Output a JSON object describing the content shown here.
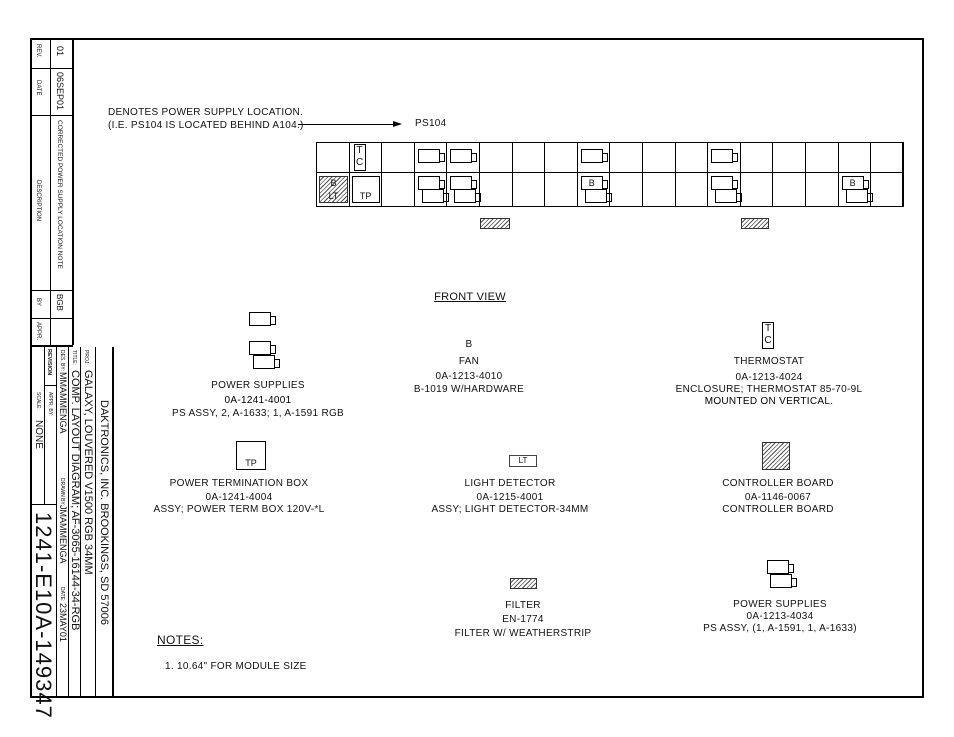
{
  "revision_block": {
    "headers": {
      "rev": "REV.",
      "date": "DATE",
      "description": "DESCRIPTION",
      "by": "BY",
      "appr": "APPR."
    },
    "entry": {
      "rev": "01",
      "date": "06SEP01",
      "description": "CORRECTED POWER SUPPLY LOCATION NOTE",
      "by": "BGB",
      "appr": ""
    }
  },
  "title_block": {
    "company": "DAKTRONICS, INC.  BROOKINGS, SD 57006",
    "proj_label": "PROJ:",
    "proj": "GALAXY, LOUVERED V1500 RGB 34MM",
    "title_label": "TITLE:",
    "title": "COMP. LAYOUT DIAGRAM; AF-3065-16144-34-RGB",
    "des_label": "DES. BY:",
    "des": "MMAMMENGA",
    "drawn_label": "DRAWN BY:",
    "drawn": "JMAMMENGA",
    "date_label": "DATE:",
    "date": "23MAY01",
    "revision_label": "REVISION",
    "appr_label": "APPR. BY:",
    "scale_label": "SCALE:",
    "scale": "NONE",
    "drawing_number": "1241-E10A-149347"
  },
  "callout": {
    "line1": "DENOTES POWER SUPPLY LOCATION.",
    "line2": "(I.E. PS104 IS LOCATED BEHIND A104.)",
    "target": "PS104"
  },
  "symbols": {
    "t": "T",
    "c": "C",
    "b": "B",
    "lt": "LT",
    "tp": "TP"
  },
  "front_view_label": "FRONT VIEW",
  "legend": {
    "power_supplies_1": {
      "name": "POWER SUPPLIES",
      "part": "0A-1241-4001",
      "desc": "PS ASSY, 2, A-1633; 1, A-1591 RGB"
    },
    "fan": {
      "name": "FAN",
      "part": "0A-1213-4010",
      "desc": "B-1019 W/HARDWARE"
    },
    "thermostat": {
      "name": "THERMOSTAT",
      "part": "0A-1213-4024",
      "desc": "ENCLOSURE; THERMOSTAT 85-70-9L",
      "note": "MOUNTED ON VERTICAL."
    },
    "power_termination": {
      "name": "POWER TERMINATION BOX",
      "part": "0A-1241-4004",
      "desc": "ASSY; POWER TERM BOX 120V-*L"
    },
    "light_detector": {
      "name": "LIGHT DETECTOR",
      "part": "0A-1215-4001",
      "desc": "ASSY; LIGHT DETECTOR-34MM"
    },
    "controller": {
      "name": "CONTROLLER BOARD",
      "part": "0A-1146-0067",
      "desc": "CONTROLLER BOARD"
    },
    "filter": {
      "name": "FILTER",
      "part": "EN-1774",
      "desc": "FILTER W/ WEATHERSTRIP"
    },
    "power_supplies_2": {
      "name": "POWER SUPPLIES",
      "part": "0A-1213-4034",
      "desc": "PS ASSY, (1, A-1591, 1, A-1633)"
    }
  },
  "notes": {
    "heading": "NOTES:",
    "items": [
      "1.  10.64\" FOR MODULE SIZE"
    ]
  }
}
